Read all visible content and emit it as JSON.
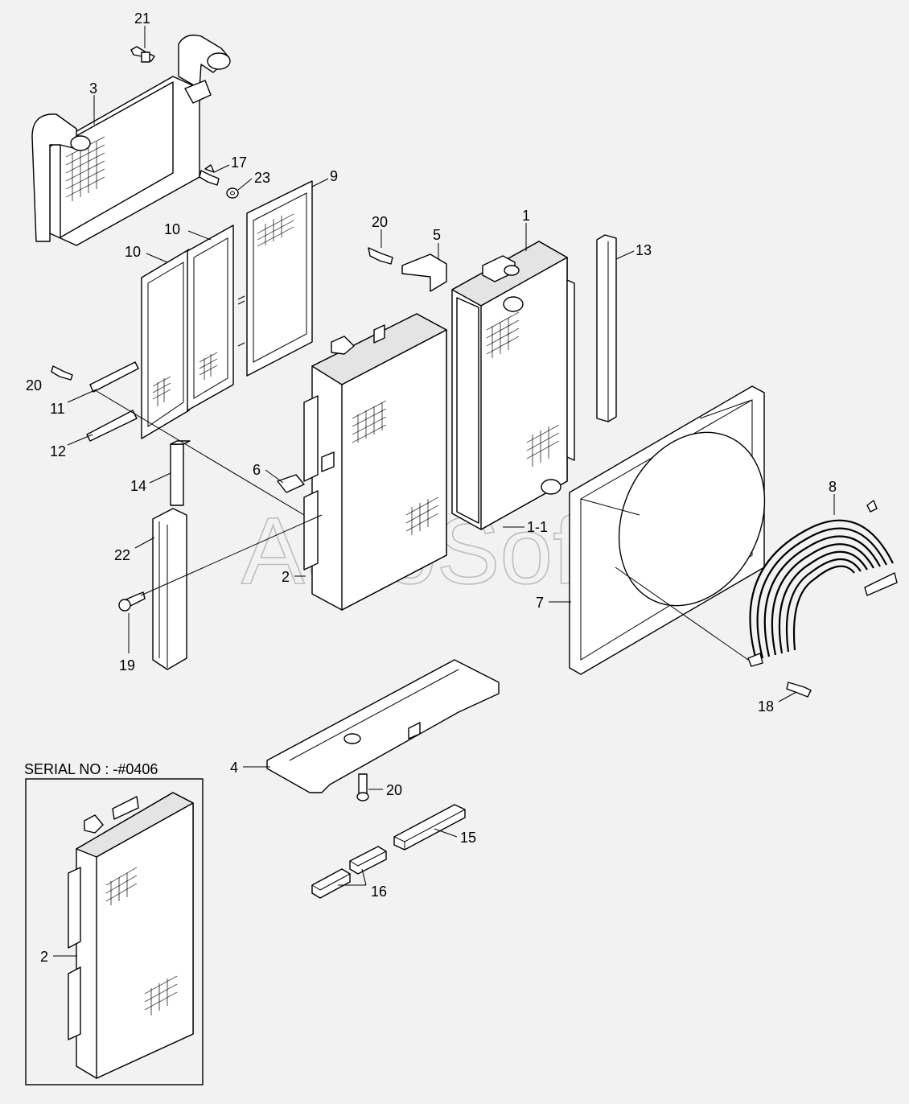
{
  "watermark": "AutoSoft",
  "serial_label": "SERIAL NO : -#0406",
  "callouts": {
    "c1": "1",
    "c1_1": "1-1",
    "c2": "2",
    "c2b": "2",
    "c3": "3",
    "c4": "4",
    "c5": "5",
    "c6": "6",
    "c7": "7",
    "c8": "8",
    "c9": "9",
    "c10a": "10",
    "c10b": "10",
    "c11": "11",
    "c12": "12",
    "c13": "13",
    "c14": "14",
    "c15": "15",
    "c16": "16",
    "c17": "17",
    "c18": "18",
    "c19": "19",
    "c20a": "20",
    "c20b": "20",
    "c20c": "20",
    "c21": "21",
    "c22": "22",
    "c23": "23"
  }
}
